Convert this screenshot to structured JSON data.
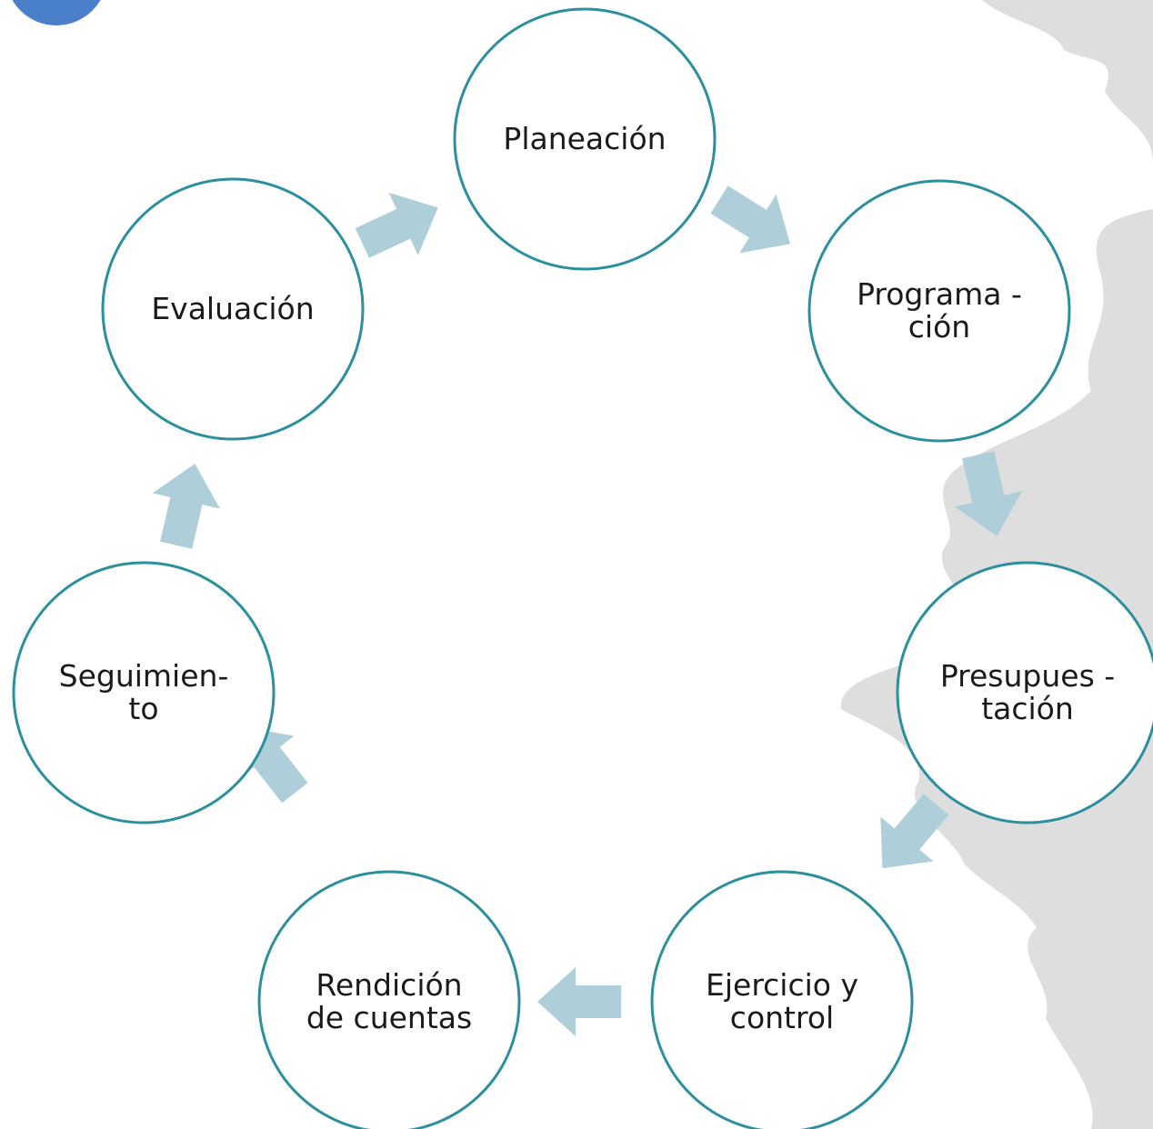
{
  "diagram": {
    "type": "cycle",
    "stages": [
      {
        "id": "planeacion",
        "label": "Planeación"
      },
      {
        "id": "programacion",
        "label": "Programa -\nción"
      },
      {
        "id": "presupuestacion",
        "label": "Presupues -\ntación"
      },
      {
        "id": "ejercicio",
        "label": "Ejercicio y\ncontrol"
      },
      {
        "id": "rendicion",
        "label": "Rendición\nde cuentas"
      },
      {
        "id": "seguimiento",
        "label": "Seguimien-\nto"
      },
      {
        "id": "evaluacion",
        "label": "Evaluación"
      }
    ],
    "flow": "clockwise"
  },
  "colors": {
    "circle_stroke": "#2b8f9e",
    "circle_fill": "#ffffff",
    "arrow": "#aecfd9",
    "badge": "#4a7fc9",
    "background_shape": "#dedede"
  },
  "icons": {
    "badge": "blue-circle-badge",
    "arrow": "block-arrow"
  }
}
